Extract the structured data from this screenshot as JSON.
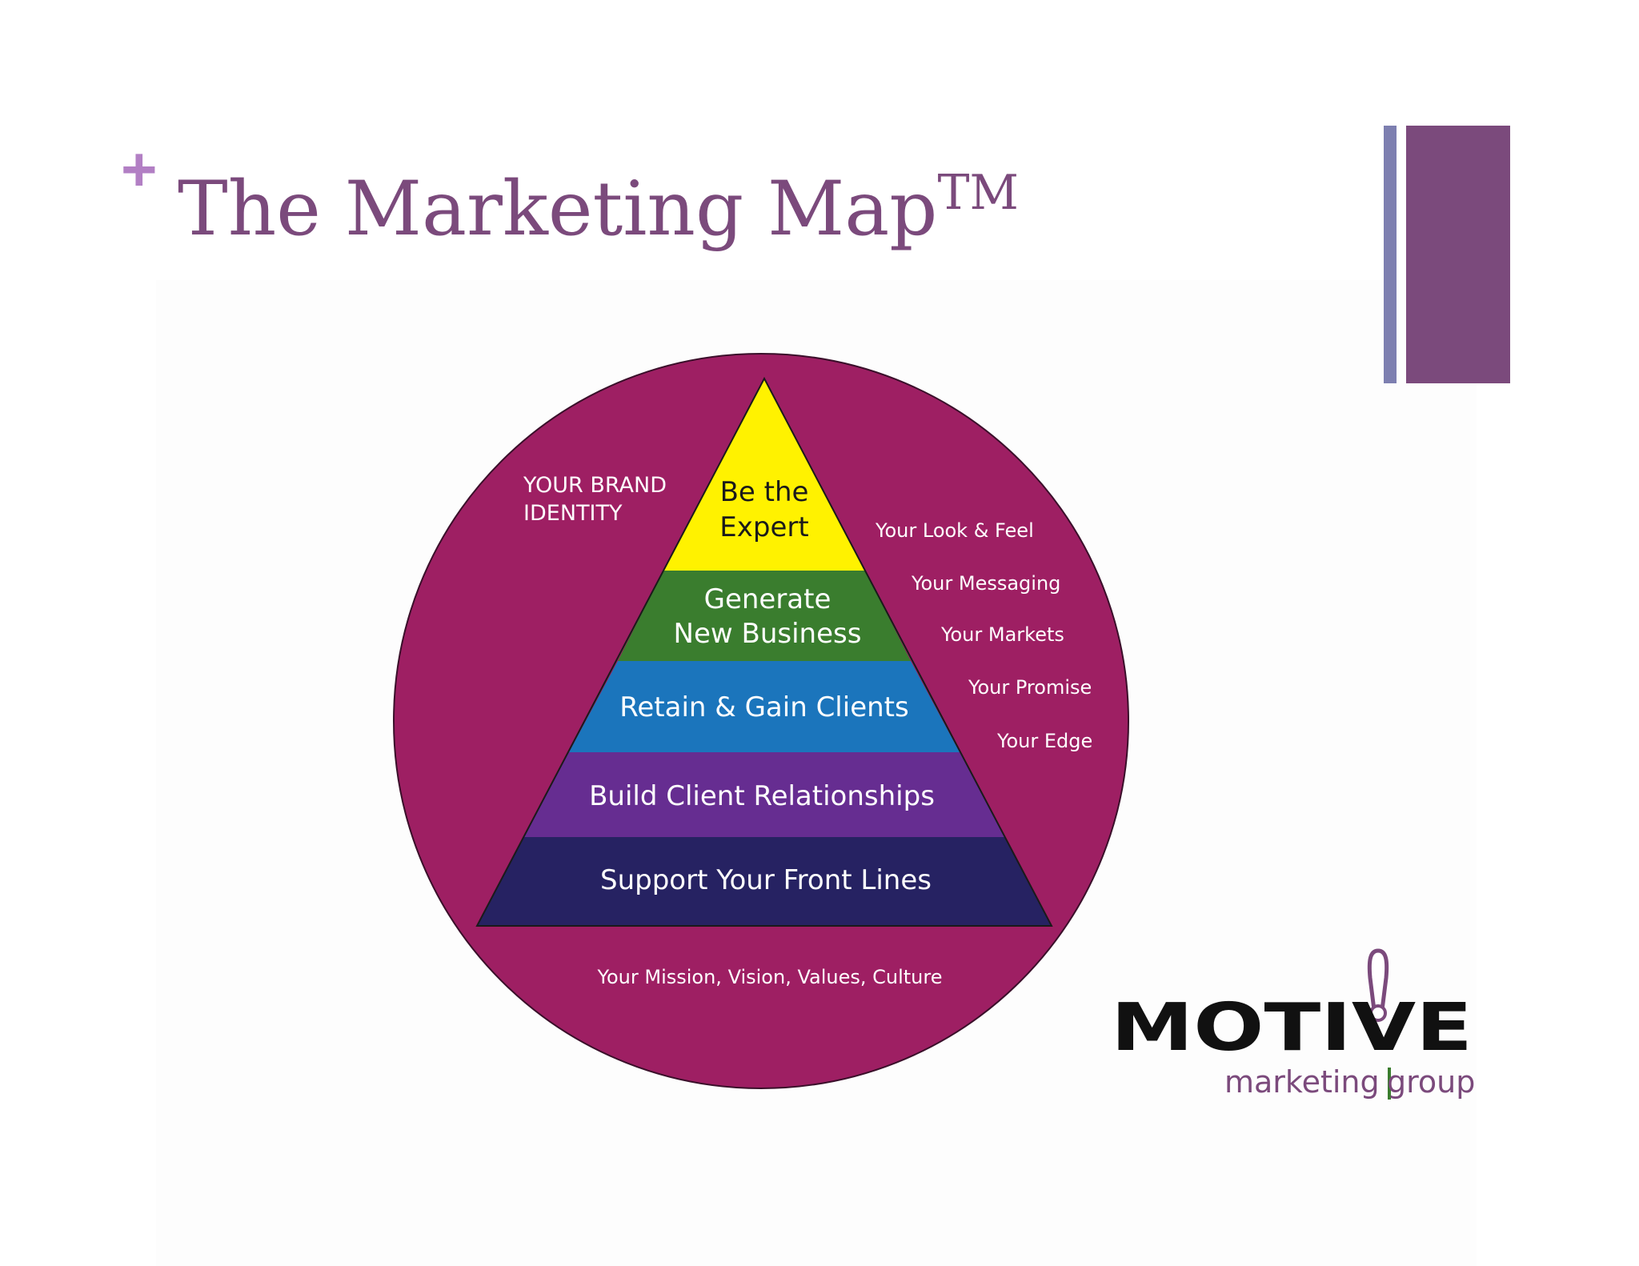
{
  "slide": {
    "plus_symbol": "+",
    "title": "The Marketing Map",
    "title_mark": "TM"
  },
  "diagram": {
    "brand_identity": [
      "YOUR BRAND",
      "IDENTITY"
    ],
    "pyramid_tiers": [
      {
        "lines": [
          "Be the",
          "Expert"
        ],
        "color": "#fff200",
        "text_color": "#1a1a1a"
      },
      {
        "lines": [
          "Generate",
          "New Business"
        ],
        "color": "#3a7d2e",
        "text_color": "#ffffff"
      },
      {
        "lines": [
          "Retain & Gain Clients"
        ],
        "color": "#1b75bc",
        "text_color": "#ffffff"
      },
      {
        "lines": [
          "Build Client Relationships"
        ],
        "color": "#662d91",
        "text_color": "#ffffff"
      },
      {
        "lines": [
          "Support Your Front Lines"
        ],
        "color": "#262262",
        "text_color": "#ffffff"
      }
    ],
    "brand_elements": [
      "Your Look & Feel",
      "Your Messaging",
      "Your Markets",
      "Your Promise",
      "Your Edge"
    ],
    "foundation": "Your Mission, Vision, Values, Culture",
    "circle_color": "#9e1f63"
  },
  "logo": {
    "name": "MOTIVE",
    "tagline_left": "marketing",
    "tagline_right": "group",
    "divider_color": "#3a7d2e",
    "tagline_color": "#7b4a7c"
  }
}
